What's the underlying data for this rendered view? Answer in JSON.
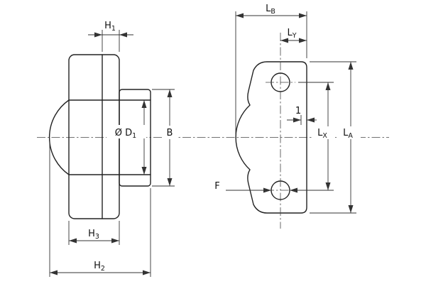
{
  "drawing": {
    "labels": {
      "h1": {
        "main": "H",
        "sub": "1"
      },
      "h2": {
        "main": "H",
        "sub": "2"
      },
      "h3": {
        "main": "H",
        "sub": "3"
      },
      "d1": {
        "main": "Ø D",
        "sub": "1"
      },
      "b": {
        "main": "B",
        "sub": ""
      },
      "lb": {
        "main": "L",
        "sub": "B"
      },
      "ly": {
        "main": "L",
        "sub": "Y"
      },
      "lx": {
        "main": "L",
        "sub": "X"
      },
      "la": {
        "main": "L",
        "sub": "A"
      },
      "f": {
        "main": "F",
        "sub": ""
      },
      "one": {
        "main": "1",
        "sub": ""
      }
    },
    "colors": {
      "line": "#222222",
      "dim": "#333333",
      "background": "#ffffff"
    }
  }
}
